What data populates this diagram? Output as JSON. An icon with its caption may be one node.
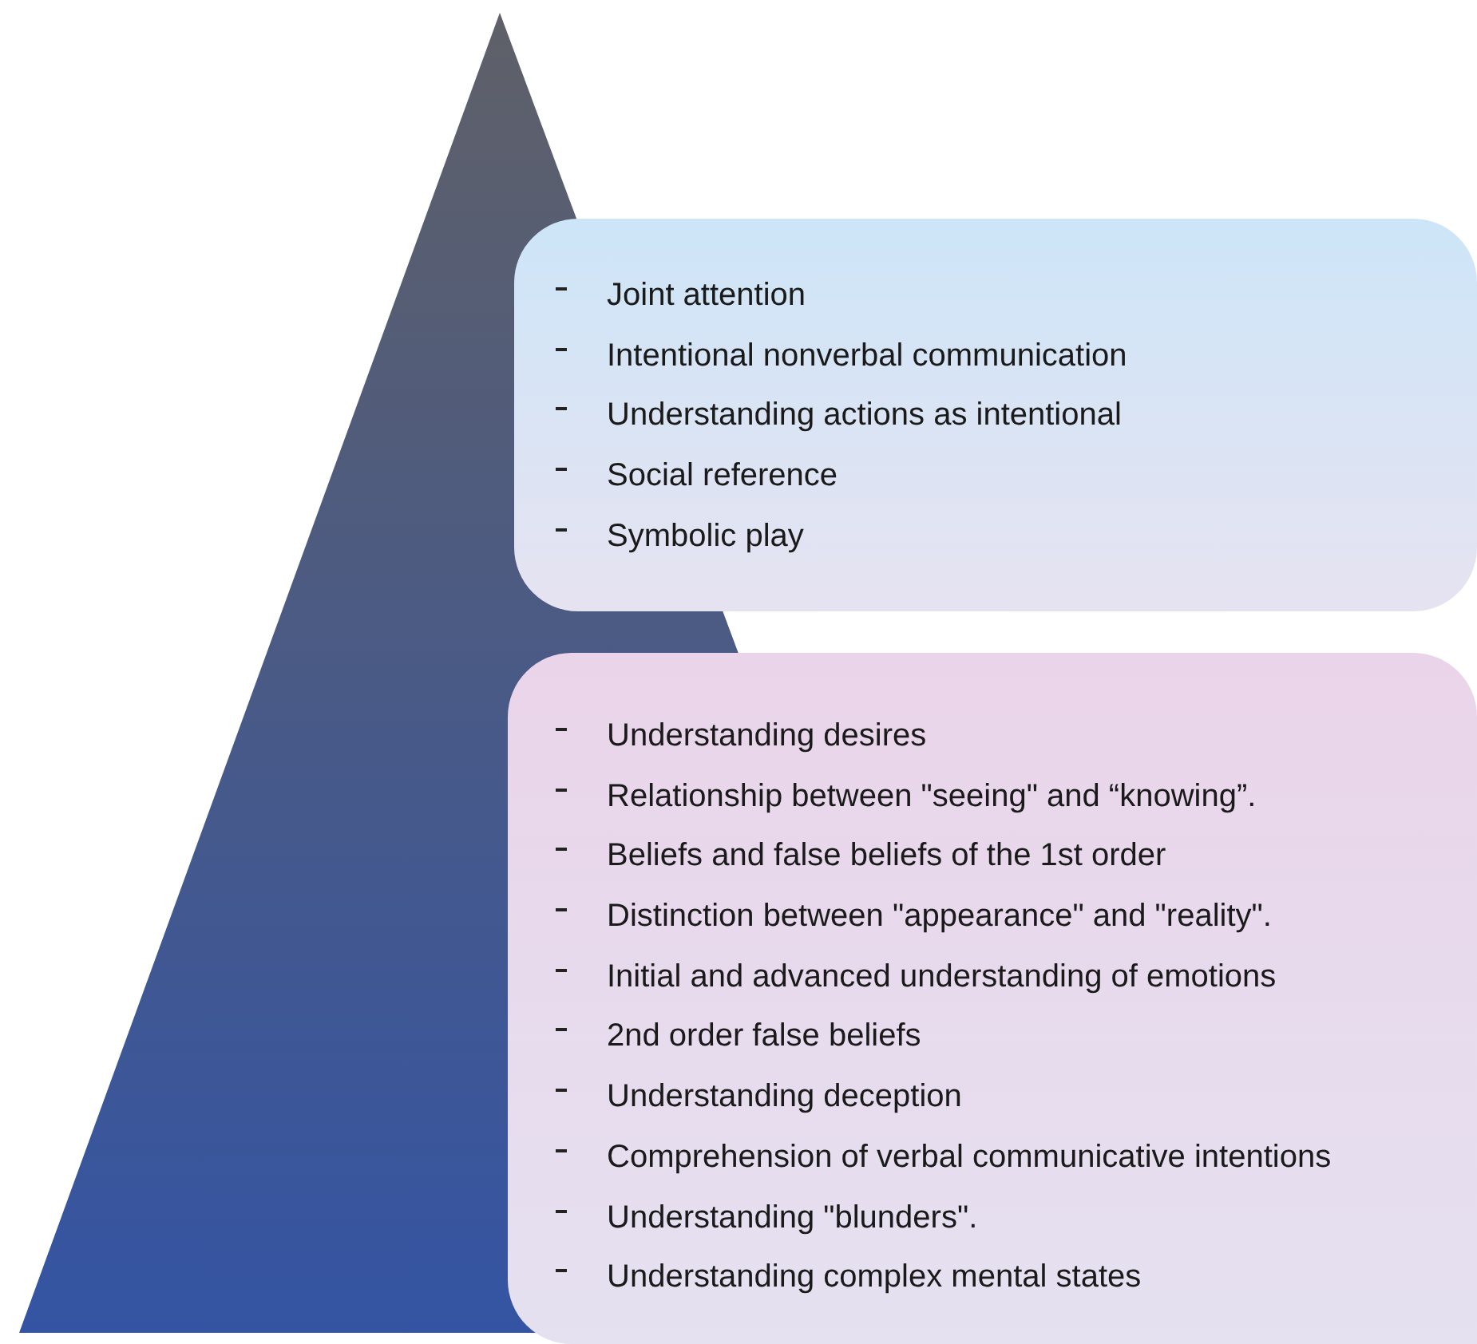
{
  "diagram": {
    "nodes": [
      {
        "text": [
          "Joint attention",
          "Intentional nonverbal communication",
          "Understanding actions as intentional",
          "Social reference",
          "Symbolic play"
        ]
      },
      {
        "text": [
          "Understanding desires",
          "Relationship between \"seeing\" and “knowing”.",
          "Beliefs and false beliefs of the 1st order",
          "Distinction between \"appearance\" and \"reality\".",
          "Initial and advanced understanding of emotions",
          "2nd order false beliefs",
          "Understanding deception",
          "Comprehension of verbal communicative intentions",
          "Understanding \"blunders\".",
          "Understanding complex mental states"
        ]
      }
    ]
  }
}
